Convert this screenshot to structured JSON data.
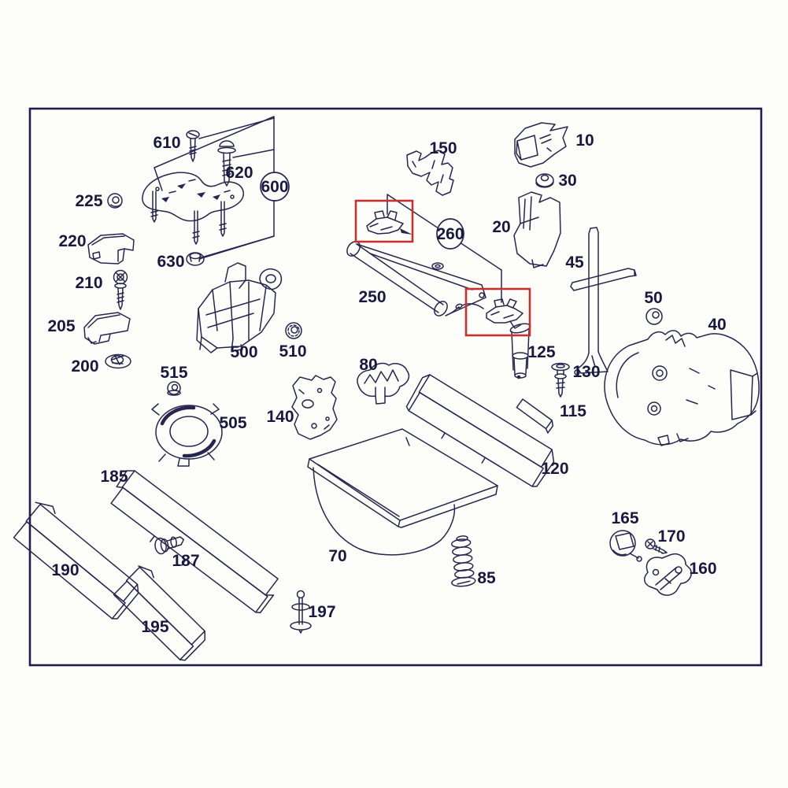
{
  "figure": {
    "type": "exploded-parts-diagram",
    "description_visible_elements": "line-art exploded view of vehicle trunk/cargo-area trim parts with numbered callouts",
    "background_color": "#fdfef9",
    "border_color": "#1e1e4e",
    "line_color": "#26264f",
    "label_color": "#191940",
    "highlight_color": "#c4312f"
  },
  "parts": {
    "10": {
      "label": "10"
    },
    "20": {
      "label": "20"
    },
    "30": {
      "label": "30"
    },
    "40": {
      "label": "40"
    },
    "45": {
      "label": "45"
    },
    "50": {
      "label": "50"
    },
    "70": {
      "label": "70"
    },
    "80": {
      "label": "80"
    },
    "85": {
      "label": "85"
    },
    "115": {
      "label": "115"
    },
    "120": {
      "label": "120"
    },
    "125": {
      "label": "125"
    },
    "130": {
      "label": "130"
    },
    "140": {
      "label": "140"
    },
    "150": {
      "label": "150"
    },
    "160": {
      "label": "160"
    },
    "165": {
      "label": "165"
    },
    "170": {
      "label": "170"
    },
    "185": {
      "label": "185"
    },
    "187": {
      "label": "187"
    },
    "190": {
      "label": "190"
    },
    "195": {
      "label": "195"
    },
    "197": {
      "label": "197"
    },
    "200": {
      "label": "200"
    },
    "205": {
      "label": "205"
    },
    "210": {
      "label": "210"
    },
    "220": {
      "label": "220"
    },
    "225": {
      "label": "225"
    },
    "250": {
      "label": "250"
    },
    "260": {
      "label": "260",
      "style": "circled"
    },
    "500": {
      "label": "500"
    },
    "505": {
      "label": "505"
    },
    "510": {
      "label": "510"
    },
    "515": {
      "label": "515"
    },
    "600": {
      "label": "600",
      "style": "circled"
    },
    "610": {
      "label": "610"
    },
    "620": {
      "label": "620"
    },
    "630": {
      "label": "630"
    }
  },
  "highlights": [
    {
      "name": "highlight-box-1",
      "marks": "clip on cargo cover, left"
    },
    {
      "name": "highlight-box-2",
      "marks": "clip on cargo cover, right"
    }
  ]
}
